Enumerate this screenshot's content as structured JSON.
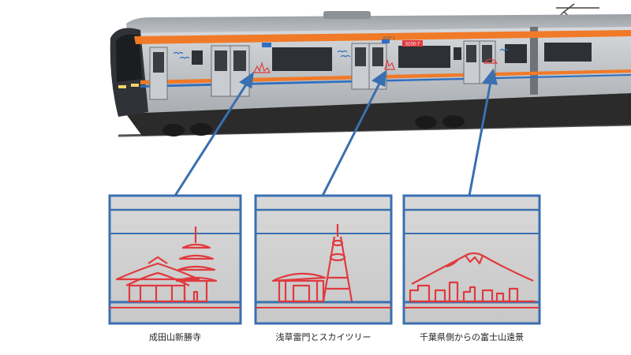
{
  "panels": [
    {
      "caption": "成田山新勝寺",
      "motif": "temple-pagoda"
    },
    {
      "caption": "浅草雷門とスカイツリー",
      "motif": "kaminarimon-skytree"
    },
    {
      "caption": "千葉県側からの富士山遠景",
      "motif": "mount-fuji-skyline"
    }
  ],
  "train": {
    "car_number": "3107-1",
    "number_plate": "3100-7"
  },
  "colors": {
    "frame_blue": "#3a6fb0",
    "motif_red": "#e03a3e",
    "stripe_orange": "#f07a28",
    "body_silver": "#c4c7cb",
    "stripe_blue": "#2f6fc0"
  }
}
